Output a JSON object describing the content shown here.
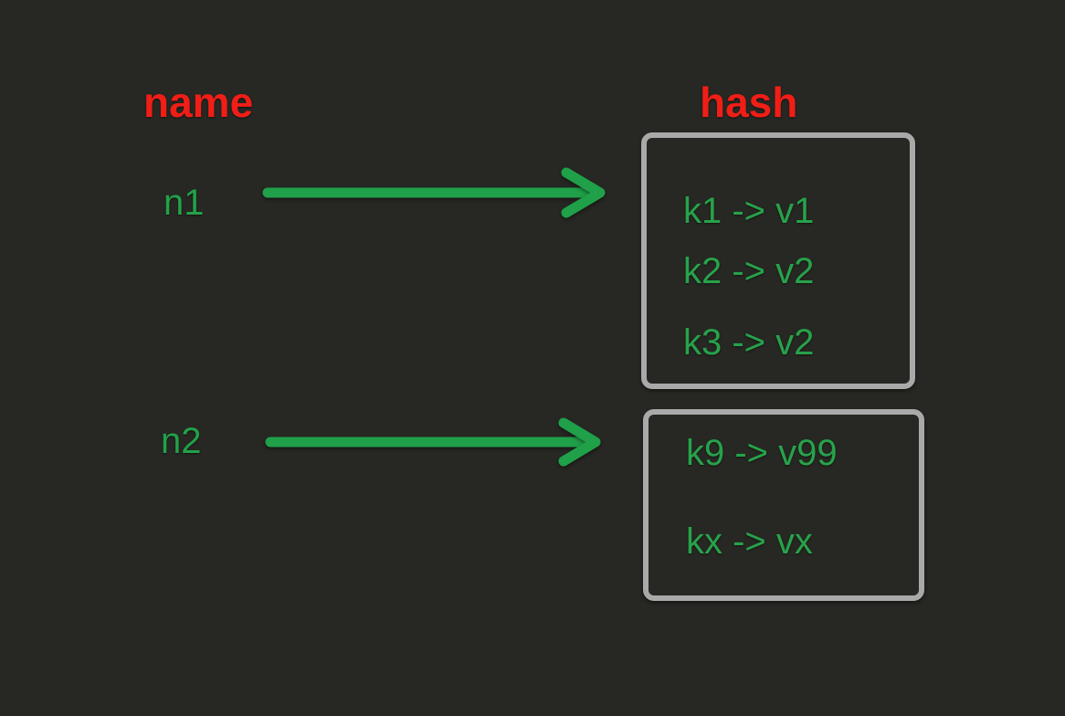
{
  "diagram": {
    "background_color": "#272823",
    "columns": [
      {
        "id": "name",
        "title": "name"
      },
      {
        "id": "hash",
        "title": "hash"
      }
    ],
    "colors": {
      "title_red": "#f01e17",
      "entry_green": "#27a24b",
      "node_green": "#22a14a",
      "arrow_green": "#1fa049",
      "box_border_gray": "#a9a9a9"
    },
    "nodes": [
      {
        "id": "n1",
        "label": "n1"
      },
      {
        "id": "n2",
        "label": "n2"
      }
    ],
    "arrows": [
      {
        "id": "arrow-n1-to-hash1",
        "from": "n1",
        "to": "hash-box-1",
        "head": "chevron-arrowhead"
      },
      {
        "id": "arrow-n2-to-hash2",
        "from": "n2",
        "to": "hash-box-2",
        "head": "chevron-arrowhead"
      }
    ],
    "hash_boxes": [
      {
        "id": "hash-box-1",
        "entries": [
          {
            "key": "k1",
            "value": "v1",
            "text": "k1 -> v1"
          },
          {
            "key": "k2",
            "value": "v2",
            "text": "k2 -> v2"
          },
          {
            "key": "k3",
            "value": "v2",
            "text": "k3 -> v2"
          }
        ]
      },
      {
        "id": "hash-box-2",
        "entries": [
          {
            "key": "k9",
            "value": "v99",
            "text": "k9 -> v99"
          },
          {
            "key": "kx",
            "value": "vx",
            "text": "kx -> vx"
          }
        ]
      }
    ]
  }
}
